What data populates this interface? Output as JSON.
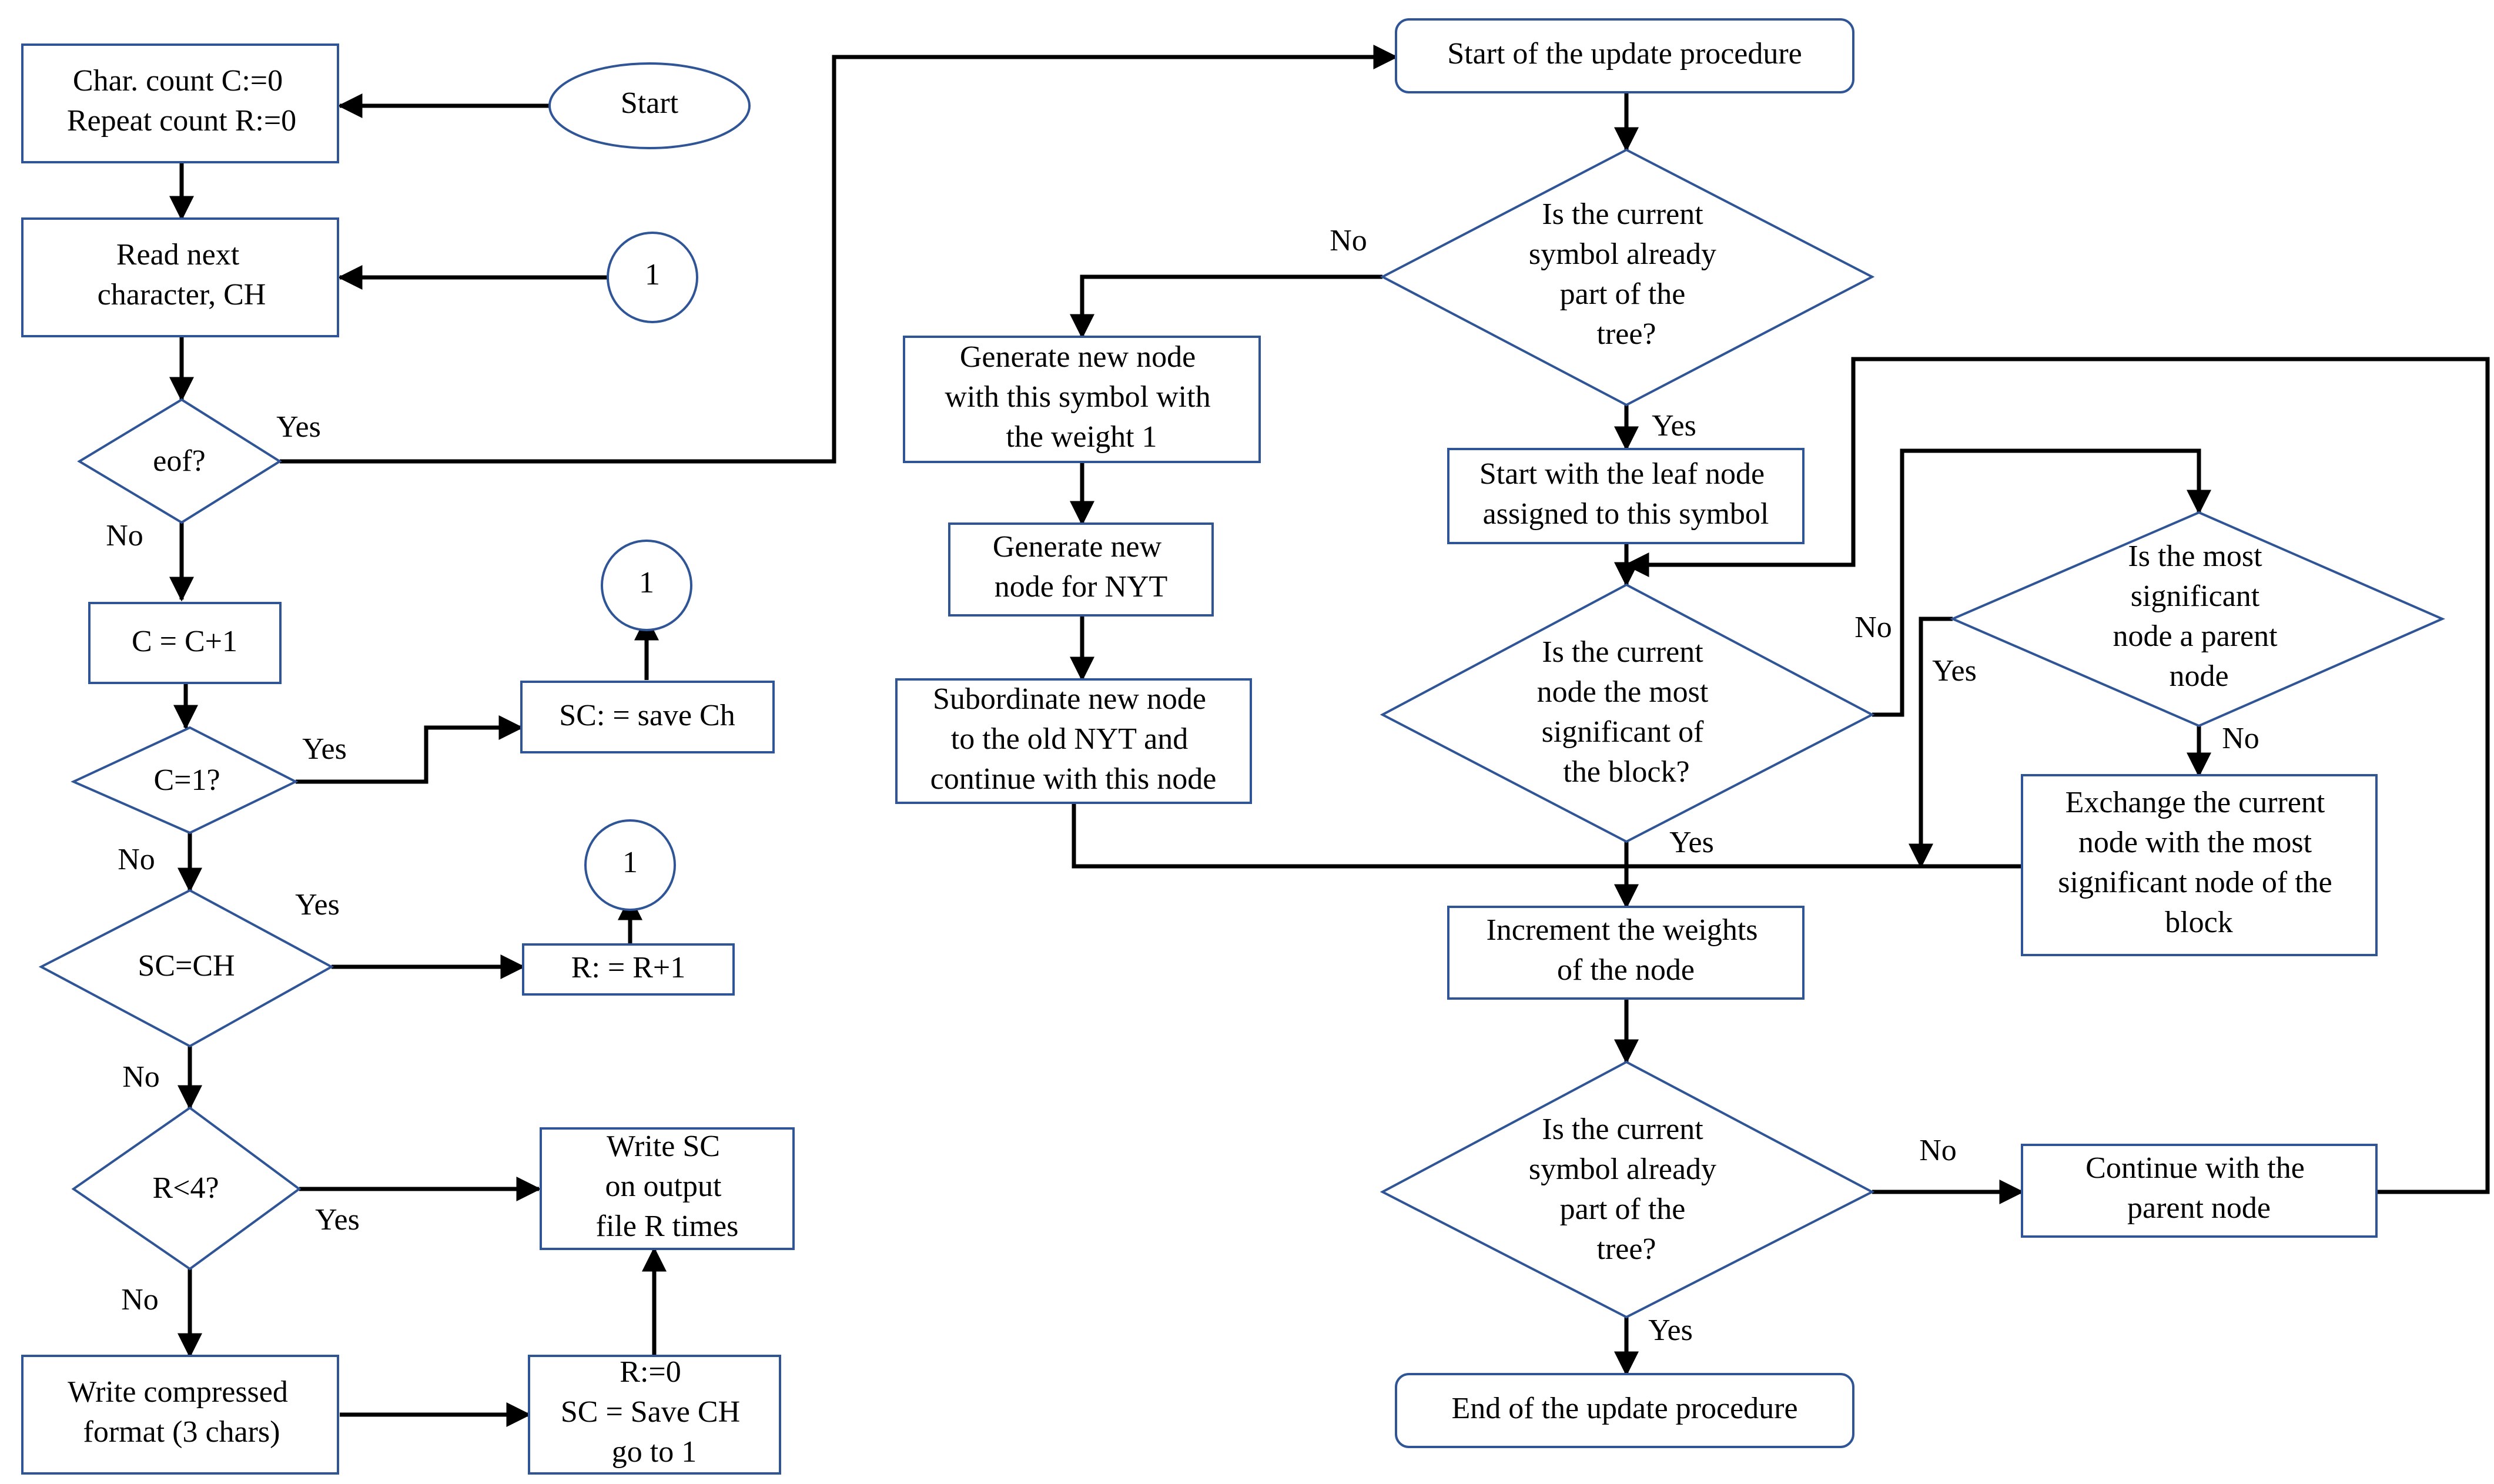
{
  "colors": {
    "shape_stroke": "#2f5597",
    "connector": "#000000",
    "background": "#ffffff"
  },
  "nodes": {
    "start": "Start",
    "init": [
      "Char. count C:=0",
      "Repeat count R:=0"
    ],
    "read": [
      "Read next",
      "character, CH"
    ],
    "connector_a": "1",
    "eof": "eof?",
    "c_inc": "C = C+1",
    "connector_b": "1",
    "save_ch": "SC: = save Ch",
    "c_is_1": "C=1?",
    "connector_c": "1",
    "sc_eq_ch": "SC=CH",
    "r_inc": "R: = R+1",
    "r_lt_4": "R<4?",
    "write_sc": [
      "Write SC",
      "on output",
      "file R times"
    ],
    "write_compressed": [
      "Write compressed",
      "format (3 chars)"
    ],
    "reset": [
      "R:=0",
      "SC = Save CH",
      "go to 1"
    ],
    "update_start": "Start of the update procedure",
    "symbol_in_tree": [
      "Is the current",
      "symbol already",
      "part of the",
      "tree?"
    ],
    "gen_node": [
      "Generate new node",
      "with this symbol with",
      "the weight 1"
    ],
    "gen_nyt": [
      "Generate new",
      "node for NYT"
    ],
    "subordinate": [
      "Subordinate new node",
      "to the old NYT and",
      "continue with this node"
    ],
    "leaf_start": [
      "Start with the leaf node",
      "assigned to this symbol"
    ],
    "most_sig_block": [
      "Is the current",
      "node the most",
      "significant of",
      "the block?"
    ],
    "most_sig_parent": [
      "Is the most",
      "significant",
      "node a parent",
      "node"
    ],
    "exchange": [
      "Exchange the current",
      "node with the most",
      "significant node of the",
      "block"
    ],
    "increment": [
      "Increment the weights",
      "of the node"
    ],
    "symbol_in_tree_2": [
      "Is the current",
      "symbol already",
      "part of the",
      "tree?"
    ],
    "continue_parent": [
      "Continue with the",
      "parent node"
    ],
    "update_end": "End of the update procedure"
  },
  "edge_labels": {
    "eof_yes": "Yes",
    "eof_no": "No",
    "c1_yes": "Yes",
    "c1_no": "No",
    "scch_yes": "Yes",
    "scch_no": "No",
    "r4_yes": "Yes",
    "r4_no": "No",
    "tree_no": "No",
    "tree_yes": "Yes",
    "block_no": "No",
    "block_yes": "Yes",
    "parent_yes": "Yes",
    "parent_no": "No",
    "tree2_no": "No",
    "tree2_yes": "Yes"
  }
}
